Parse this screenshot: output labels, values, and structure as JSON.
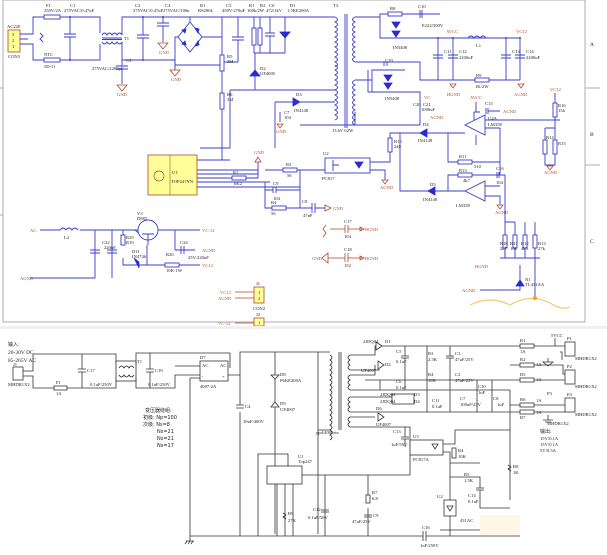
{
  "top": {
    "zones": {
      "a": "A",
      "b": "B",
      "c": "C"
    },
    "ac220": "AC220",
    "con3": "CON3",
    "pin3": "3",
    "pin2": "2",
    "pin1": "1",
    "f1": "F1",
    "f1v": "250V/2A",
    "c1": "C1",
    "c1v": "275VAC/0.47uF",
    "ntc": "NTC",
    "ntcv": "5D-11",
    "t1": "T1",
    "c3": "C3",
    "c3v": "275VAC/2200pF",
    "c2": "C2",
    "c2v": "275VAC/0.47uF",
    "c4": "C4",
    "c4v": "275VAC/100n",
    "b1": "B1",
    "b1v": "RS206L",
    "c5": "C5",
    "c5v": "450V-270uF",
    "r1": "R1",
    "r1v": "100k/2W",
    "r2": "R2",
    "c6": "C6",
    "c6v": "472/1kV",
    "d1": "D1",
    "d1v": "1.5KE200A",
    "gnd1": "GND",
    "gnd2": "GND",
    "gnd3": "GND",
    "gnd4": "GND",
    "gnd5": "GND",
    "gnd6": "GND",
    "r5": "R5",
    "r5v": "3M",
    "r6": "R6",
    "r6v": "3M",
    "d2": "D2",
    "d2v": "UF4005",
    "t3": "T3",
    "r8": "R8",
    "c10": "C10",
    "c10v": "E222/500V",
    "in5408a": "IN5408",
    "in5408b": "IN5408",
    "avcc1": "AVCC",
    "l1": "L1",
    "vc12a": "VC12",
    "c11": "C11",
    "c12": "C12",
    "c12v": "2200uF",
    "c13": "C13",
    "c14": "C14",
    "c14v": "2200uF",
    "r9": "R9",
    "r9v": "1K/2W",
    "bgnd1": "BGND",
    "agnd1": "AGND",
    "c19": "C19",
    "vc": "VC",
    "c20": "C20",
    "c21": "C21",
    "c21v": "1000uF",
    "agnd2": "AGND",
    "t3v": "13.6V 62W",
    "d3": "D3",
    "d3v": "IN4148",
    "c7": "C7",
    "c7v": "104",
    "u1": "U1",
    "u1v": "TOP247YN",
    "r2b": "R2",
    "r2bv": "6K2",
    "r3": "R3",
    "r3v": "56",
    "c9": "C9",
    "c9v": "104",
    "r4": "R4",
    "r4v": "56",
    "u2": "U2",
    "u2v": "PC817",
    "c8": "C8",
    "c8v": "47nF",
    "r10": "R10",
    "r10v": "240",
    "d4": "D4",
    "d4v": "IN4148",
    "avcc2": "AVCC",
    "c15": "C15",
    "u4a": "U4A",
    "lm358a": "LM358",
    "agnd3": "AGND",
    "agnd4": "AGND",
    "r16": "R16",
    "r16v": "15k",
    "r15": "R15",
    "r14": "R14",
    "agnd5": "AGND",
    "vc12b": "VC12",
    "r11": "R11",
    "r11v": "510",
    "d5": "D5",
    "d5v": "IN4148",
    "r13": "R13",
    "r13v": "4k7",
    "c16": "C16",
    "c16v": "104",
    "lm358b": "LM358",
    "agnd6": "AGND",
    "c17": "C17",
    "c17v": "104",
    "bgnd2": "BGND",
    "c18": "C18",
    "c18v": "152",
    "bgnd3": "BGND",
    "ac": "AC",
    "l2": "L2",
    "v3": "V3",
    "v3v": "D882",
    "r29": "R29",
    "r19": "R19",
    "c22": "C22",
    "c22v": "220uF",
    "d11": "D11",
    "d11v": "IN4746",
    "c24": "C24",
    "c24v": "25V-220uF",
    "vcm12a": "VC-12",
    "agnd7": "AGND",
    "r20": "R20",
    "r20v": "10K-1W",
    "vc12c": "VC12",
    "agnd8": "AGND",
    "j1": "J1",
    "j1a": "VC12",
    "j1b": "AGND",
    "con2": "CON2",
    "j1p1": "1",
    "j1p2": "2",
    "j2": "J2",
    "j2a": "VC-12",
    "j2p1": "1",
    "r18": "R18",
    "r18v": "2k7",
    "r17": "R17",
    "r17v": "10k",
    "r12": "R12",
    "r12v": "4k3",
    "r13b": "R13",
    "r13bv": "27k",
    "bgnd4": "BGND",
    "n1": "N1",
    "n1v": "TL431AA",
    "agnd9": "AGND"
  },
  "bottom": {
    "input_title": "输入:",
    "input_dc": "20-30V DC",
    "input_ac": "85-265V AC",
    "j1": "J1",
    "j1v": "MHDR1X2",
    "f1": "F1",
    "f1v": "1A",
    "c17": "C17",
    "c17v": "0.1uF/250V",
    "t1": "T1",
    "c19": "C19",
    "c19v": "0.1uF/250V",
    "d7": "D7",
    "d7v": "4007-2A",
    "d7ac1": "AC",
    "d7ac2": "AC",
    "d7m": "-",
    "d7p": "+",
    "winding_title": "变压器绕组:",
    "winding_primary": "初级:  Np=100",
    "winding_s1": "次级:  Ns=8",
    "winding_s2": "Ns=21",
    "winding_s3": "Ns=21",
    "winding_s4": "Ns=17",
    "c4": "C4",
    "c4v": "10uF/400V",
    "d8": "D8",
    "d8v": "P6KE200A",
    "d9": "D9",
    "d9v": "UF4007",
    "t2v": "ypd/4005ete",
    "d1": "D1",
    "d1v": "2JDQ04",
    "c5": "C5",
    "c5v": "0.1uF",
    "r3": "R3",
    "r3v": "2.5K",
    "c3": "C3",
    "c3v": "47uF/25V",
    "r1": "R1",
    "r1v": "1A",
    "vcc5": "5VCC",
    "p1": "P1",
    "p1v": "MHDR1X2",
    "d2": "D2",
    "d2v": "UF4007",
    "c6": "C6",
    "c6v": "0.1uF",
    "r2": "R2",
    "r2v": "1A",
    "r4": "R4",
    "r4v": "10K",
    "c2": "C2",
    "c2v": "47uF/25V",
    "p2": "P2",
    "p2v": "MHDR1X2",
    "r5b": "R5",
    "r5bv": "1A",
    "c10": "C10",
    "c10v": "1uF",
    "d3": "D3",
    "d3v": "2JDQ04",
    "d4": "D4",
    "d4v": "2JDQ04",
    "c11": "C11",
    "c11v": "0.1uF",
    "c7": "C7",
    "c7v": "100uF/25V",
    "c8": "C8",
    "c8v": "1uF",
    "p3": "P3",
    "p3v": "MHDR1X2",
    "r6": "R6",
    "r6v": "1A",
    "r7b": "R7",
    "r7bv": "1A",
    "p4": "P4",
    "p4v": "MHDR1X2",
    "d6": "D6",
    "d6v": "UF4007",
    "c13": "C13",
    "c13v": "1uF/50V",
    "output_title": "输出:",
    "output_1": "15V/0.1A",
    "output_2": "15V/0.1A",
    "output_3": "5V/0.5A",
    "u1": "U1",
    "u1v": "Top247",
    "r9": "R9",
    "r9v": "27K",
    "c12": "C12",
    "c12v": "0.1uF/50V",
    "r7": "R7",
    "r7v": "6.8",
    "c9": "C9",
    "c9v": "47uF/25V",
    "c16": "C16",
    "c16v": "1nF/250V",
    "u3": "U3",
    "u3v": "PC817A",
    "r4b": "R4",
    "r4bv": "10K",
    "r5": "R5",
    "r5v": "1.5K",
    "c14": "C14",
    "c14v": "0.1uF",
    "u2": "U2",
    "u2v": "431AC",
    "r8": "R8",
    "r8v": "1K"
  },
  "colors": {
    "wire_top": "#3c3cc8",
    "power": "#b04a2a",
    "chip": "#ffff99",
    "wire_bottom": "#333333"
  }
}
